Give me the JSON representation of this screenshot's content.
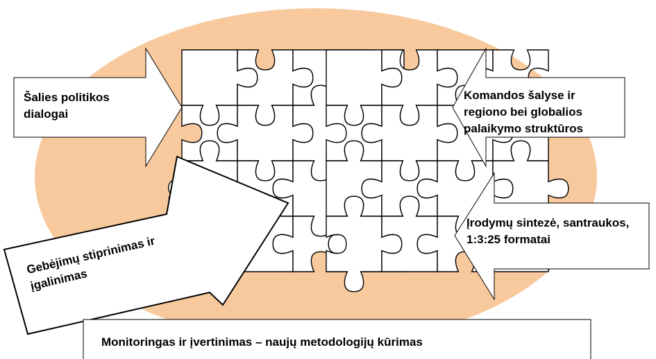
{
  "colors": {
    "ellipse_fill": "#f8c99c",
    "piece_fill": "#ffffff",
    "piece_stroke": "#000000",
    "arrow_fill": "#ffffff",
    "text": "#000000"
  },
  "callouts": {
    "left_top": {
      "lines": [
        "Šalies politikos",
        "dialogai"
      ]
    },
    "right_top": {
      "lines": [
        "Komandos šalyse ir",
        "regiono bei globalios",
        "palaikymo struktūros"
      ]
    },
    "right_bottom": {
      "lines": [
        "Įrodymų sintezė, santraukos,",
        "1:3:25 formatai"
      ]
    },
    "left_bottom": {
      "lines": [
        "Gebėjimų stiprinimas ir",
        "įgalinimas"
      ]
    },
    "bottom": {
      "text": "Monitoringas ir įvertinimas – naujų metodologijų kūrimas"
    }
  }
}
